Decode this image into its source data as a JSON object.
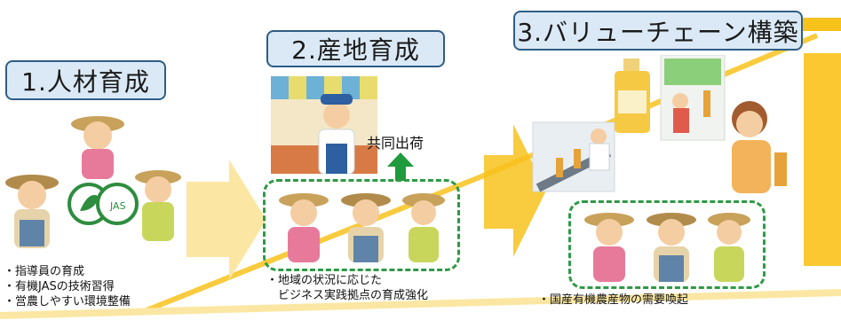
{
  "stages": [
    {
      "title": "1.人材育成"
    },
    {
      "title": "2.産地育成"
    },
    {
      "title": "3.バリューチェーン構築"
    }
  ],
  "stage1": {
    "logo_text": "JAS",
    "notes": [
      "・指導員の育成",
      "・有機JASの技術習得",
      "・営農しやすい環境整備"
    ]
  },
  "stage2": {
    "shipping_label": "共同出荷",
    "notes": [
      "・地域の状況に応じた",
      "　ビジネス実践拠点の育成強化"
    ]
  },
  "stage3": {
    "notes": [
      "・国産有機農産物の需要喚起"
    ]
  },
  "colors": {
    "box_fill": "#dbe9f6",
    "box_border": "#2f5d86",
    "arrow_yellow": "#f8c21c",
    "arrow_pale": "#fbe7a3",
    "group_dash": "#2e9a45",
    "up_arrow": "#1f9a3c"
  }
}
